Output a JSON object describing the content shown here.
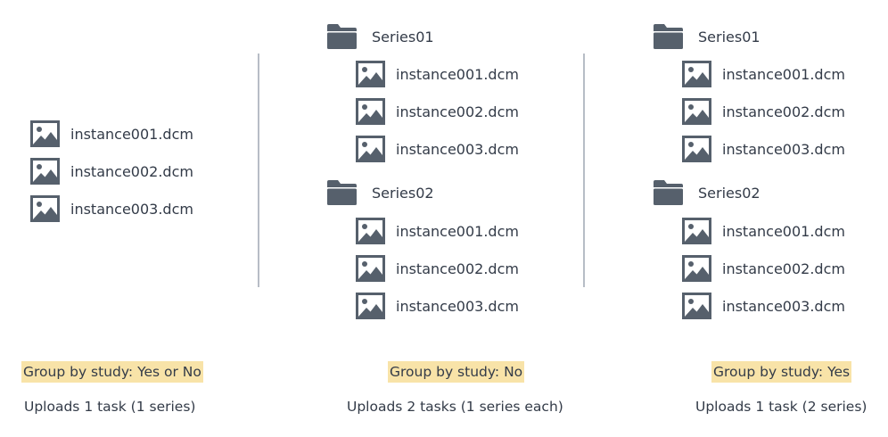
{
  "column_1": {
    "files": [
      "instance001.dcm",
      "instance002.dcm",
      "instance003.dcm"
    ],
    "setting_label": "Group by study: Yes or No",
    "result_label": "Uploads 1 task (1 series)"
  },
  "column_2": {
    "folders": [
      {
        "name": "Series01",
        "files": [
          "instance001.dcm",
          "instance002.dcm",
          "instance003.dcm"
        ]
      },
      {
        "name": "Series02",
        "files": [
          "instance001.dcm",
          "instance002.dcm",
          "instance003.dcm"
        ]
      }
    ],
    "setting_label": "Group by study: No",
    "result_label": "Uploads 2 tasks (1 series each)"
  },
  "column_3": {
    "folders": [
      {
        "name": "Series01",
        "files": [
          "instance001.dcm",
          "instance002.dcm",
          "instance003.dcm"
        ]
      },
      {
        "name": "Series02",
        "files": [
          "instance001.dcm",
          "instance002.dcm",
          "instance003.dcm"
        ]
      }
    ],
    "setting_label": "Group by study: Yes",
    "result_label": "Uploads 1 task (2 series)"
  },
  "colors": {
    "icon": "#56606c",
    "text": "#333b48",
    "highlight": "#f8e3a8",
    "divider": "#b7bdc6"
  },
  "icons": {
    "file": "image-file-icon",
    "folder": "folder-icon"
  }
}
